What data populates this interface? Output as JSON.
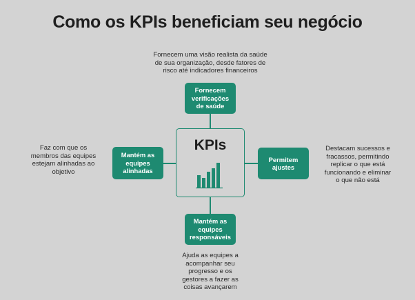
{
  "title": "Como os KPIs beneficiam seu negócio",
  "center": {
    "label": "KPIs",
    "chart_icon": "bar-chart-icon",
    "accent": "#1e8a71"
  },
  "nodes": {
    "top": {
      "label_lines": [
        "Fornecem",
        "verificações",
        "de saúde"
      ],
      "desc_lines": [
        "Fornecem uma visão realista da saúde",
        "de sua organização, desde fatores de",
        "risco até indicadores financeiros"
      ]
    },
    "left": {
      "label_lines": [
        "Mantém as",
        "equipes",
        "alinhadas"
      ],
      "desc_lines": [
        "Faz com que os",
        "membros das equipes",
        "estejam alinhadas ao",
        "objetivo"
      ]
    },
    "right": {
      "label_lines": [
        "Permitem",
        "ajustes"
      ],
      "desc_lines": [
        "Destacam sucessos e",
        "fracassos, permitindo",
        "replicar o que está",
        "funcionando e eliminar",
        "o que não está"
      ]
    },
    "bottom": {
      "label_lines": [
        "Mantém as",
        "equipes",
        "responsáveis"
      ],
      "desc_lines": [
        "Ajuda as equipes a",
        "acompanhar seu",
        "progresso e os",
        "gestores a fazer as",
        "coisas avançarem"
      ]
    }
  }
}
